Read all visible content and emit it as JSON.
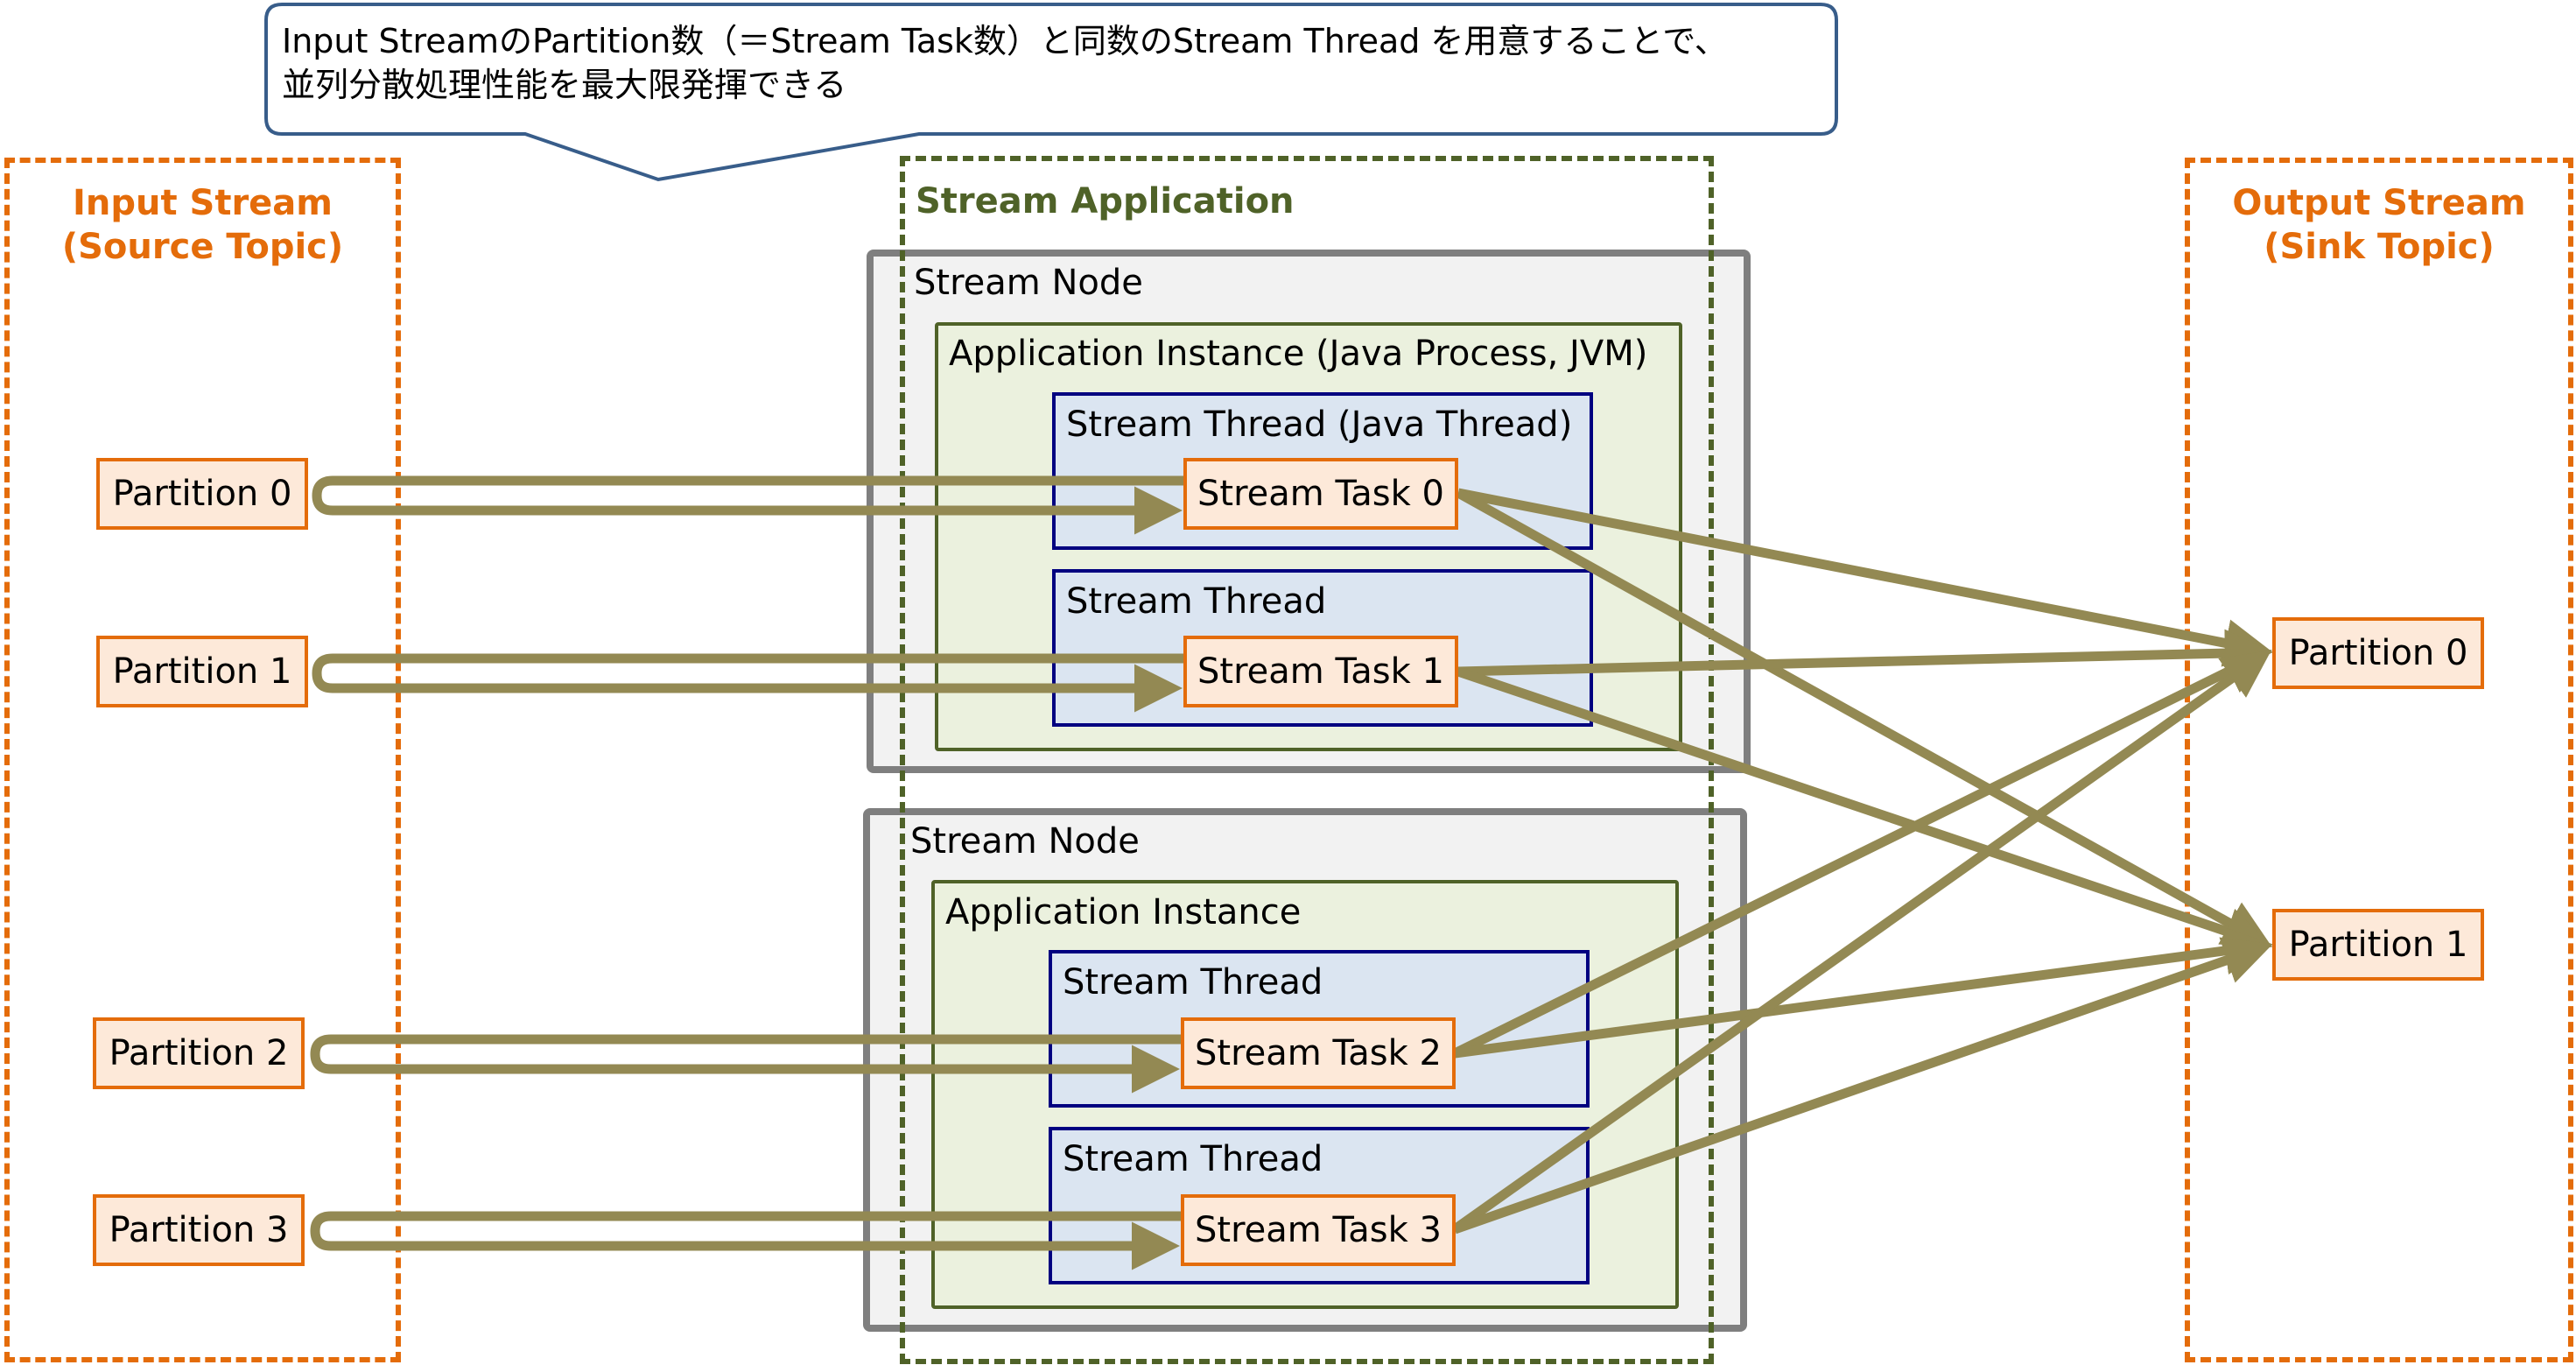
{
  "callout": {
    "line1": "Input StreamのPartition数（＝Stream Task数）と同数のStream Thread を用意することで、",
    "line2": "並列分散処理性能を最大限発揮できる"
  },
  "input_stream": {
    "title_line1": "Input Stream",
    "title_line2": "(Source Topic)",
    "partitions": [
      "Partition 0",
      "Partition 1",
      "Partition 2",
      "Partition 3"
    ]
  },
  "output_stream": {
    "title_line1": "Output Stream",
    "title_line2": "(Sink Topic)",
    "partitions": [
      "Partition 0",
      "Partition 1"
    ]
  },
  "stream_application": {
    "title": "Stream Application",
    "nodes": [
      {
        "label": "Stream Node",
        "instance_label": "Application Instance (Java Process, JVM)",
        "threads": [
          {
            "label": "Stream Thread (Java Thread)",
            "task": "Stream Task 0"
          },
          {
            "label": "Stream Thread",
            "task": "Stream Task 1"
          }
        ]
      },
      {
        "label": "Stream Node",
        "instance_label": "Application Instance",
        "threads": [
          {
            "label": "Stream Thread",
            "task": "Stream Task 2"
          },
          {
            "label": "Stream Thread",
            "task": "Stream Task 3"
          }
        ]
      }
    ]
  },
  "colors": {
    "stream_orange": "#e46c0a",
    "application_green": "#4f6228",
    "thread_navy": "#000080",
    "arrow_olive": "#938953",
    "callout_border": "#385d8a"
  }
}
